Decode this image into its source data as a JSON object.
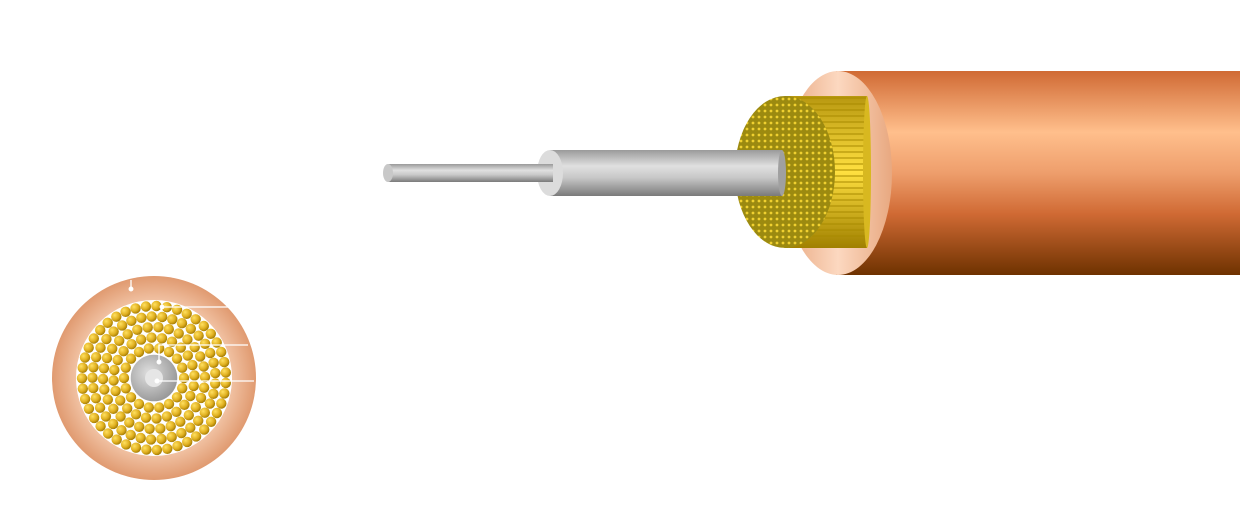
{
  "diagram": {
    "subject": "stranded cable",
    "views": [
      "side-view-stripped",
      "cross-section"
    ],
    "layers": [
      {
        "name": "outer-jacket",
        "color": "#d2703a"
      },
      {
        "name": "inner-jacket",
        "color": "#f4c7a8"
      },
      {
        "name": "braided-conductor-strands",
        "color": "#e8c020"
      },
      {
        "name": "insulator",
        "color": "#bdbdbd"
      },
      {
        "name": "center-core",
        "color": "#d9d9d9"
      }
    ],
    "strand_rings": 5,
    "leader_labels": []
  }
}
